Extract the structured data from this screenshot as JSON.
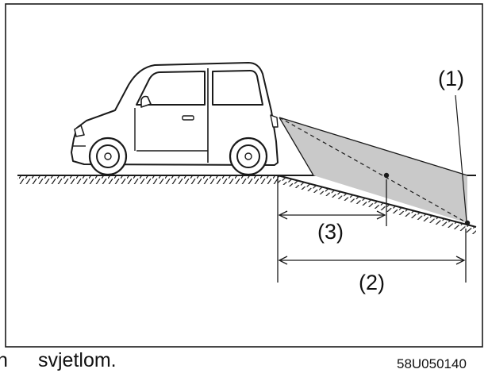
{
  "labels": {
    "callout_1": "(1)",
    "callout_2": "(2)",
    "callout_3": "(3)"
  },
  "caption": {
    "left_fragment": "n",
    "text": "svjetlom."
  },
  "figure_code": "58U050140",
  "colors": {
    "line": "#1a1a1a",
    "beam_fill": "#c9c9c9",
    "background": "#ffffff"
  }
}
